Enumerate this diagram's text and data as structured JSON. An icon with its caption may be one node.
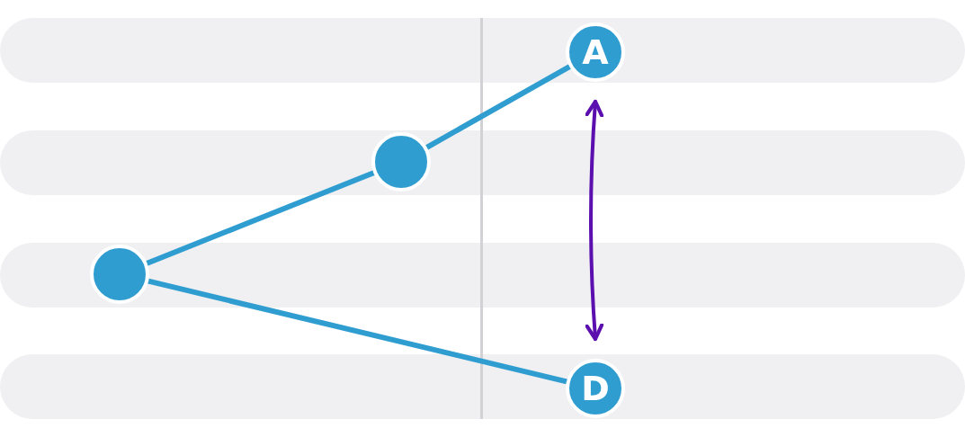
{
  "diagram": {
    "nodes": [
      {
        "text": [
          "A"
        ]
      },
      {
        "text": [],
        "shape": "circle"
      },
      {
        "text": [],
        "shape": "circle"
      },
      {
        "text": [
          "D"
        ]
      }
    ],
    "edges": [
      {
        "from": 0,
        "to": 1,
        "arrow": "none"
      },
      {
        "from": 1,
        "to": 2,
        "arrow": "none"
      },
      {
        "from": 2,
        "to": 3,
        "arrow": "none"
      },
      {
        "from": 0,
        "to": 3,
        "arrow": "both",
        "color": "#5a0fae"
      }
    ]
  }
}
